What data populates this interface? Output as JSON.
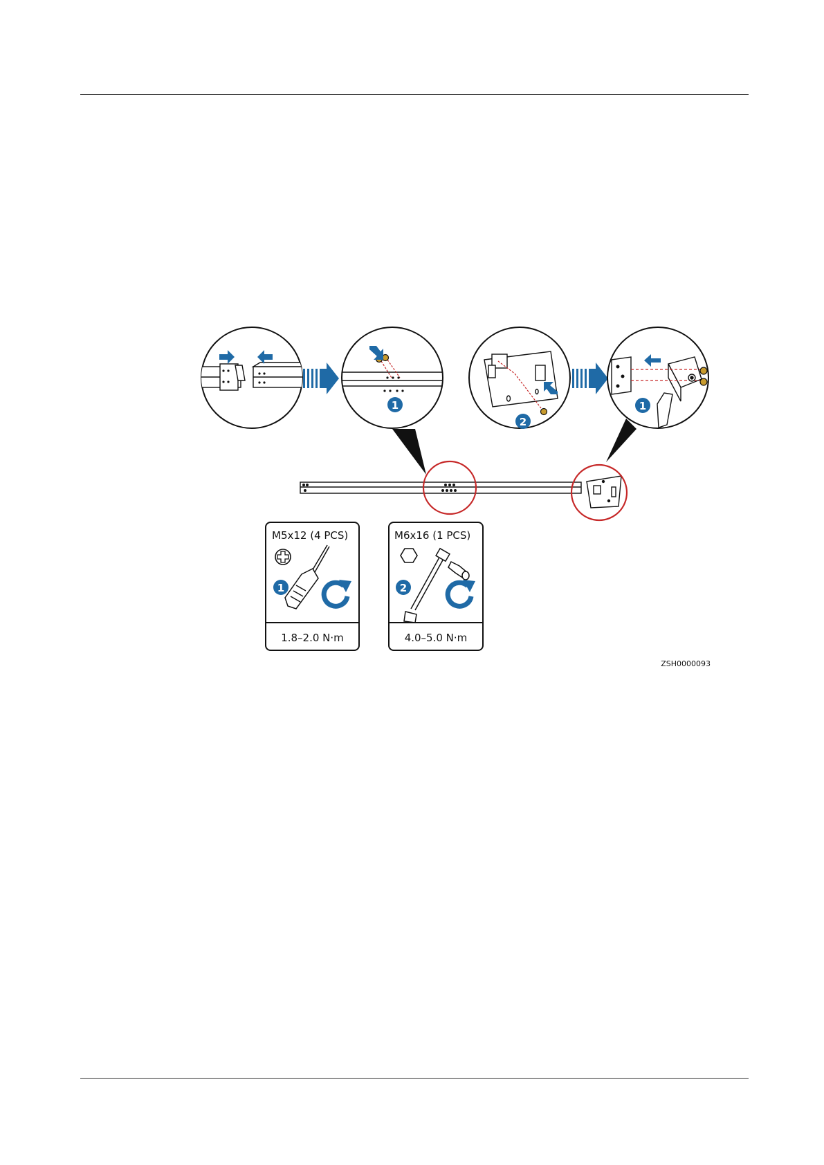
{
  "figure": {
    "id_code": "ZSH0000093",
    "colors": {
      "accent_blue": "#1f6aa6",
      "highlight_red": "#c62828",
      "line": "#1a1a1a",
      "screw_gold": "#c89b2e"
    },
    "step_numbers": [
      "1",
      "1",
      "2",
      "1"
    ],
    "tool_boxes": [
      {
        "spec": "M5x12 (4 PCS)",
        "step": "1",
        "head_icon": "phillips-cross-icon",
        "tool_icon": "screwdriver-icon",
        "rotation_icon": "clockwise-arrow-icon",
        "torque": "1.8–2.0 N·m"
      },
      {
        "spec": "M6x16 (1 PCS)",
        "step": "2",
        "head_icon": "hexagon-head-icon",
        "tool_icon": "socket-wrench-icon",
        "rotation_icon": "clockwise-arrow-icon",
        "torque": "4.0–5.0 N·m"
      }
    ]
  }
}
